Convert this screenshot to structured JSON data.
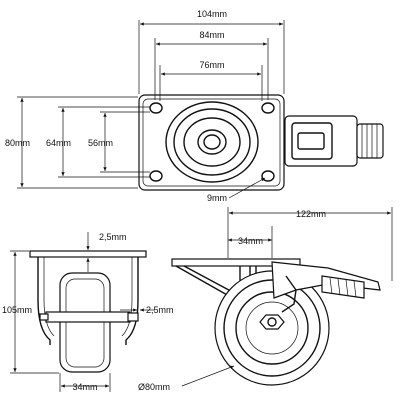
{
  "dimensions": {
    "top_view": {
      "overall_width": "104mm",
      "hole_spacing_wide": "84mm",
      "hole_spacing_narrow": "76mm",
      "plate_height": "80mm",
      "plate_hole_height_wide": "64mm",
      "plate_hole_height_narrow": "56mm",
      "bolt_hole": "9mm"
    },
    "front_view": {
      "plate_thickness": "2,5mm",
      "total_height": "105mm",
      "fork_thickness": "2,5mm",
      "wheel_width": "34mm"
    },
    "side_view": {
      "overall_length": "122mm",
      "offset": "34mm",
      "wheel_diameter": "Ø80mm"
    }
  }
}
